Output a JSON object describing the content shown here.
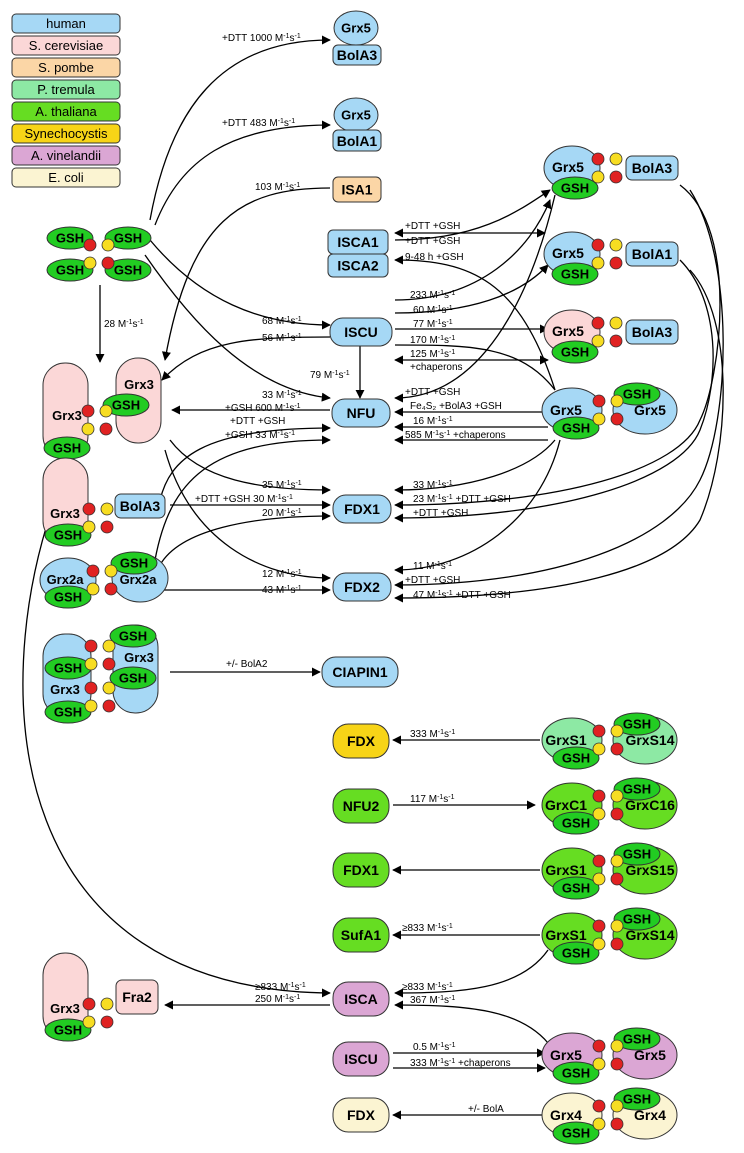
{
  "legend": [
    {
      "label": "human",
      "color": "#a6d8f5"
    },
    {
      "label": "S. cerevisiae",
      "color": "#fbd7d7"
    },
    {
      "label": "S. pombe",
      "color": "#fbd6a6"
    },
    {
      "label": "P. tremula",
      "color": "#8de9a4"
    },
    {
      "label": "A. thaliana",
      "color": "#66dd22"
    },
    {
      "label": "Synechocystis",
      "color": "#f7d417"
    },
    {
      "label": "A. vinelandii",
      "color": "#dba6d4"
    },
    {
      "label": "E. coli",
      "color": "#fbf4d2"
    }
  ],
  "colors": {
    "glutathione": "#22cc22",
    "iron": "#e02222",
    "sulfur": "#f7dd22"
  },
  "complex_text": {
    "gsh": "GSH",
    "grx5": "Grx5",
    "grx3": "Grx3",
    "grx2a": "Grx2a",
    "bola3": "BolA3",
    "bola1": "BolA1",
    "fra2": "Fra2",
    "grxs14": "GrxS14",
    "grxs15": "GrxS15",
    "grxs1": "GrxS1",
    "grxc1": "GrxC1",
    "grxc16": "GrxC16",
    "grx4": "Grx4"
  },
  "targets": {
    "grx5_bola3_top": [
      "Grx5",
      "BolA3"
    ],
    "grx5_bola1_top": [
      "Grx5",
      "BolA1"
    ],
    "isa1": "ISA1",
    "isca1": "ISCA1",
    "isca2": "ISCA2",
    "iscu": "ISCU",
    "nfu": "NFU",
    "fdx1": "FDX1",
    "fdx2": "FDX2",
    "ciapin1": "CIAPIN1",
    "fdx_syn": "FDX",
    "nfu2": "NFU2",
    "fdx1_plant": "FDX1",
    "sufa1": "SufA1",
    "isca_av": "ISCA",
    "iscu_av": "ISCU",
    "fdx_ec": "FDX"
  },
  "rates": {
    "bola3_top": "1000",
    "bola1_top": "483",
    "isa1": "103",
    "self": "28",
    "iscu": "68",
    "grx3_56": "56",
    "nfu_79": "79",
    "nfu_33": "33",
    "nfu_600": "600",
    "isca1_dtt": "+DTT +GSH",
    "isca1_dtt2": "+DTT +GSH",
    "isca2_h": "9-48 h +GSH",
    "r233": "233",
    "r60": "60",
    "r77": "77",
    "r170": "170",
    "r125": "125",
    "chaperons": "+chaperons",
    "fe4s2": "+BolA3 +GSH",
    "r16": "16",
    "r585": "585",
    "grx3_dtt": "+DTT +GSH",
    "grx3_33": "33",
    "fdx1_35": "35",
    "fdx1_30": "30",
    "fdx1_20": "20",
    "fdx1_33": "33",
    "fdx1_23": "23",
    "fdx1_dtt": "+DTT +GSH",
    "fdx2_12": "12",
    "fdx2_43": "43",
    "fdx2_11": "11",
    "fdx2_dtt": "+DTT +GSH",
    "fdx2_47": "47",
    "bola2": "+/- BolA2",
    "syn_333": "333",
    "nfu2_117": "117",
    "sufa1_833": "833",
    "isca_833a": "833",
    "isca_250": "250",
    "isca_833b": "833",
    "isca_367": "367",
    "iscu_05": "0.5",
    "iscu_333": "333",
    "fdx_bola": "+/- BolA"
  }
}
